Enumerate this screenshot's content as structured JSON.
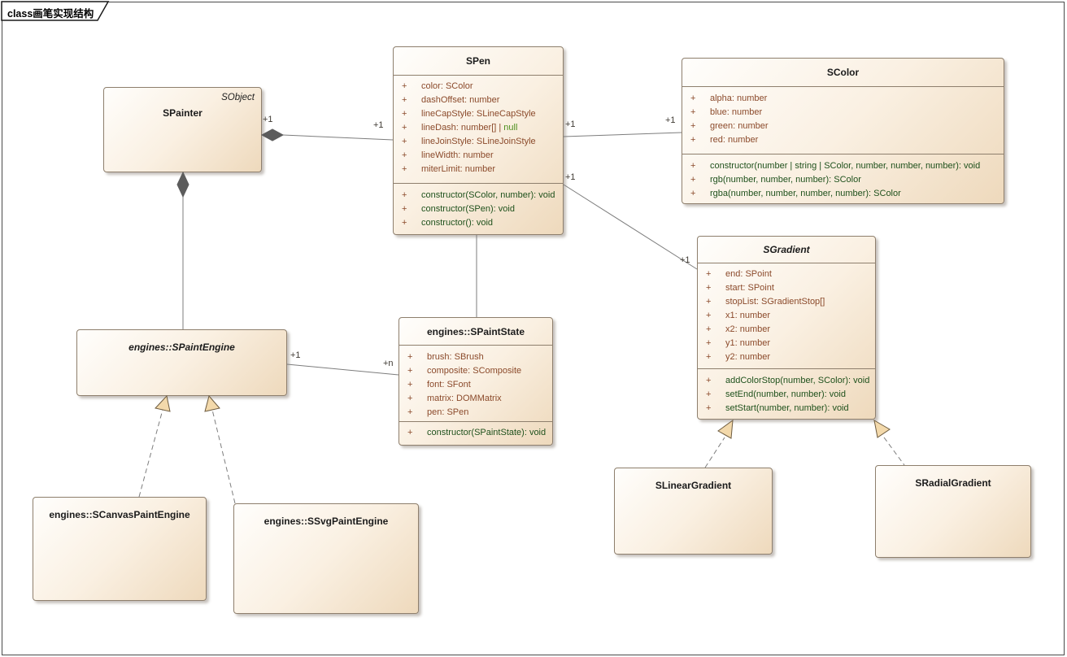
{
  "frame": {
    "tab_title": "class画笔实现结构"
  },
  "symbols": {
    "plus": "+"
  },
  "classes": {
    "spainter": {
      "name": "SPainter",
      "stereotype": "SObject"
    },
    "spen": {
      "name": "SPen",
      "attributes": [
        "color: SColor",
        "dashOffset: number",
        "lineCapStyle: SLineCapStyle",
        "lineDash: number[] | ",
        "lineJoinStyle: SLineJoinStyle",
        "lineWidth: number",
        "miterLimit: number"
      ],
      "null_keyword": "null",
      "methods": [
        "constructor(SColor, number): void",
        "constructor(SPen): void",
        "constructor(): void"
      ]
    },
    "scolor": {
      "name": "SColor",
      "attributes": [
        "alpha: number",
        "blue: number",
        "green: number",
        "red: number"
      ],
      "methods": [
        "constructor(number | string | SColor, number, number, number): void",
        "rgb(number, number, number): SColor",
        "rgba(number, number, number, number): SColor"
      ]
    },
    "sgradient": {
      "name": "SGradient",
      "attributes": [
        "end: SPoint",
        "start: SPoint",
        "stopList: SGradientStop[]",
        "x1: number",
        "x2: number",
        "y1: number",
        "y2: number"
      ],
      "methods": [
        "addColorStop(number, SColor): void",
        "setEnd(number, number): void",
        "setStart(number, number): void"
      ]
    },
    "spaintstate": {
      "name": "engines::SPaintState",
      "attributes": [
        "brush: SBrush",
        "composite: SComposite",
        "font: SFont",
        "matrix: DOMMatrix",
        "pen: SPen"
      ],
      "methods": [
        "constructor(SPaintState): void"
      ]
    },
    "spaintengine": {
      "name": "engines::SPaintEngine"
    },
    "scanvaspaintengine": {
      "name": "engines::SCanvasPaintEngine"
    },
    "ssvgpaintengine": {
      "name": "engines::SSvgPaintEngine"
    },
    "slineargradient": {
      "name": "SLinearGradient"
    },
    "sradialgradient": {
      "name": "SRadialGradient"
    }
  },
  "multiplicities": {
    "painter_pen_at_painter": "+1",
    "painter_pen_at_pen": "+1",
    "pen_color_at_pen": "+1",
    "pen_color_at_color": "+1",
    "pen_gradient_at_pen": "+1",
    "pen_gradient_at_gradient": "+1",
    "engine_state_at_engine": "+1",
    "engine_state_at_state": "+n"
  },
  "colors": {
    "attribute_text": "#8b4a2b",
    "method_text": "#1f511c",
    "null_keyword": "#4e8f1e",
    "box_border": "#8e7f6d",
    "composition_diamond": "#5c5c5c",
    "triangle_fill": "#f3d9ab",
    "connector_line": "#7d7d7d"
  }
}
